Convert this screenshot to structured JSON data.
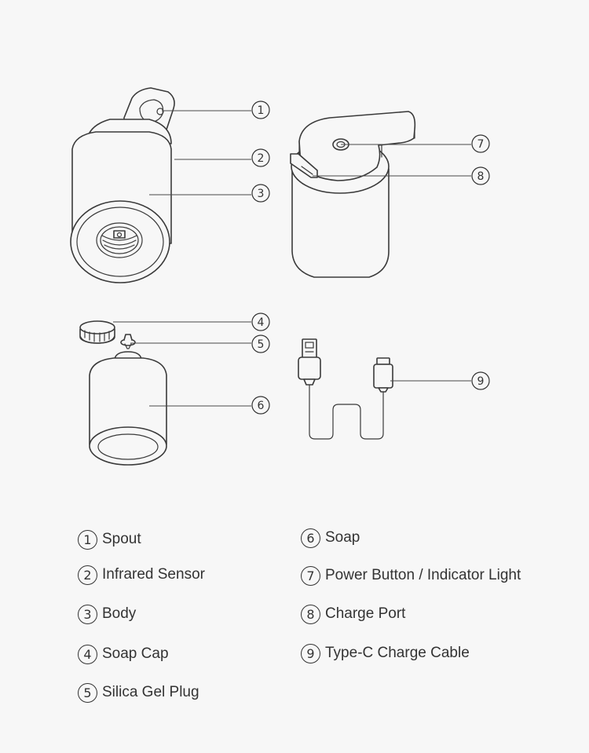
{
  "parts": [
    {
      "num": "1",
      "label": "Spout"
    },
    {
      "num": "2",
      "label": "Infrared Sensor"
    },
    {
      "num": "3",
      "label": "Body"
    },
    {
      "num": "4",
      "label": "Soap Cap"
    },
    {
      "num": "5",
      "label": "Silica Gel Plug"
    },
    {
      "num": "6",
      "label": "Soap"
    },
    {
      "num": "7",
      "label": "Power Button / Indicator Light"
    },
    {
      "num": "8",
      "label": "Charge Port"
    },
    {
      "num": "9",
      "label": "Type-C Charge Cable"
    }
  ],
  "colors": {
    "background": "#f7f7f7",
    "line": "#333333"
  }
}
